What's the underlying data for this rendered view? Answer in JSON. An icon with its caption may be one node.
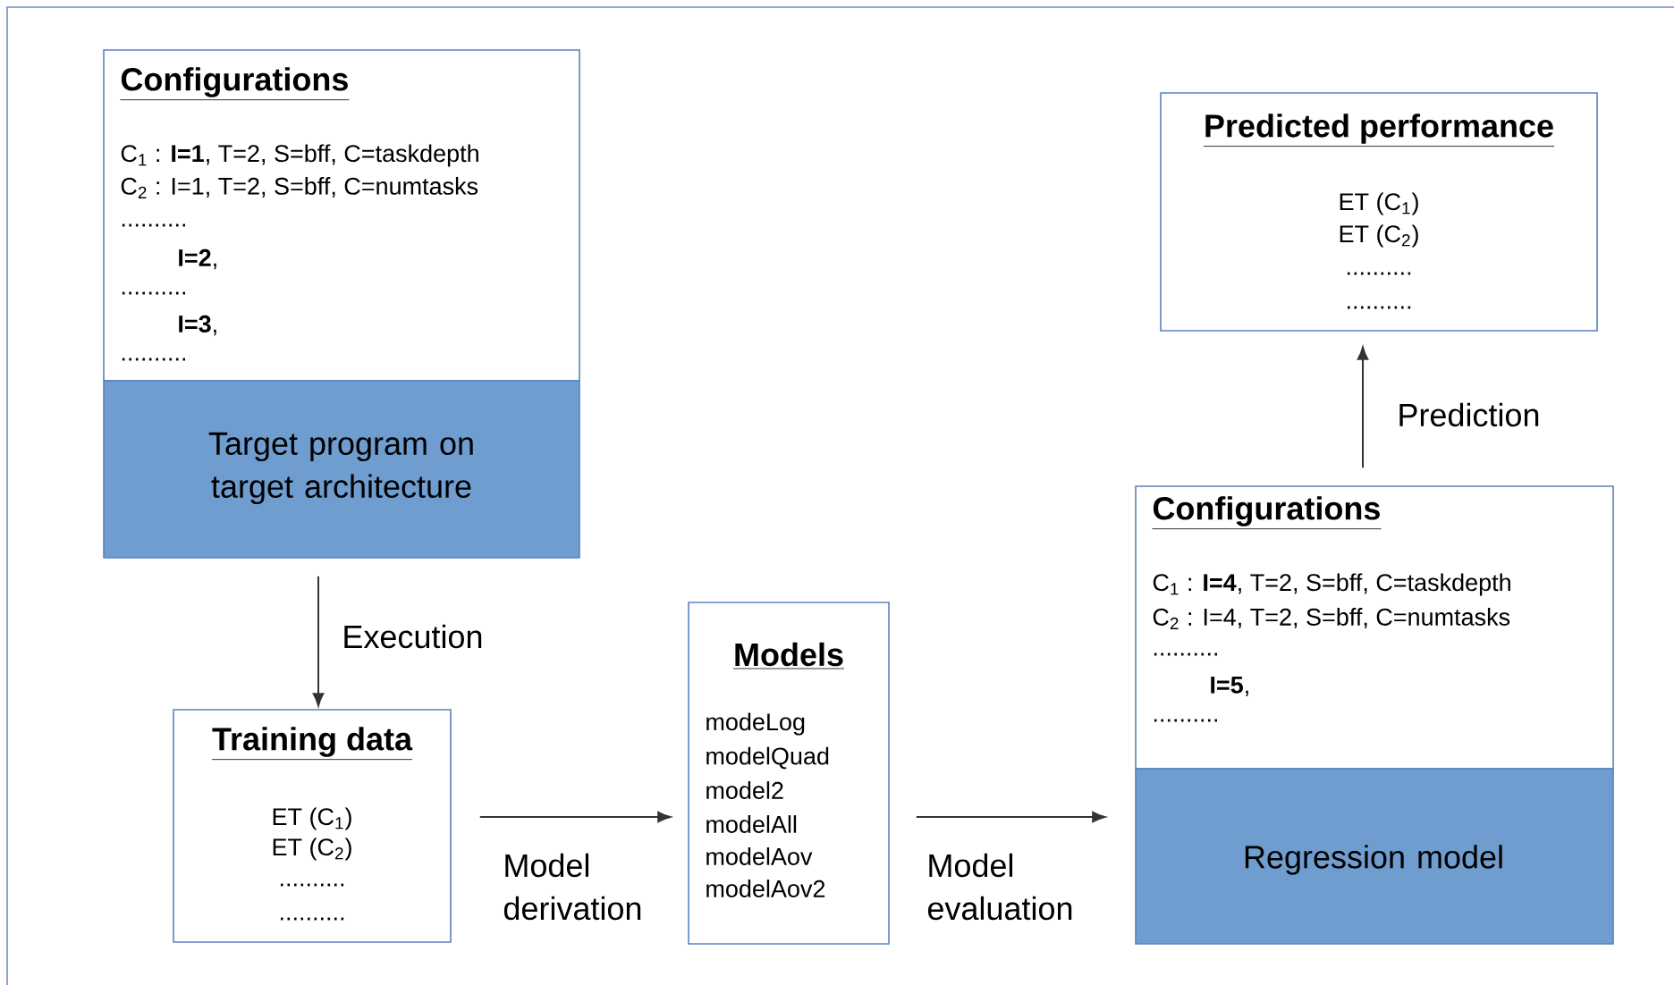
{
  "diagram": {
    "nodes": [
      {
        "text": [
          "Configurations",
          "C$_{1}$ : **I=1**, T=2, S=bff, C=taskdepth",
          "C$_{2}$ : I=1, T=2, S=bff, C=numtasks",
          "..........",
          "**I=2**,",
          "..........",
          "**I=3**,",
          ".........."
        ]
      },
      {
        "text": [
          "Target program on target architecture"
        ]
      },
      {
        "text": [
          "Training data",
          "ET (C$_{1}$)",
          "ET (C$_{2}$)",
          "..........",
          ".........."
        ]
      },
      {
        "text": [
          "Models",
          "modeLog",
          "modelQuad",
          "model2",
          "modelAll",
          "modelAov",
          "modelAov2"
        ]
      },
      {
        "text": [
          "Configurations",
          "C$_{1}$ : **I=4**, T=2, S=bff, C=taskdepth",
          "C$_{2}$ : I=4, T=2, S=bff, C=numtasks",
          "..........",
          "**I=5**,",
          ".........."
        ]
      },
      {
        "text": [
          "Regression model"
        ]
      },
      {
        "text": [
          "Predicted performance",
          "ET (C$_{1}$)",
          "ET (C$_{2}$)",
          "..........",
          ".........."
        ]
      }
    ],
    "edges": [
      {
        "from": 1,
        "to": 2,
        "arrow": "to",
        "label": "Execution"
      },
      {
        "from": 2,
        "to": 3,
        "arrow": "to",
        "label": "Model derivation"
      },
      {
        "from": 3,
        "to": 5,
        "arrow": "to",
        "label": "Model evaluation"
      },
      {
        "from": 4,
        "to": 6,
        "arrow": "to",
        "label": "Prediction"
      }
    ]
  }
}
